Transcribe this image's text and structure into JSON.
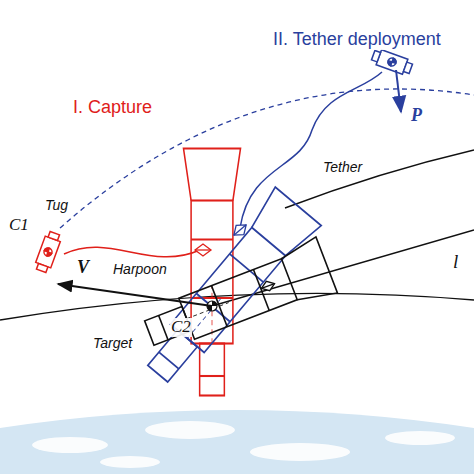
{
  "diagram": {
    "labels": [
      "I. Capture",
      "II. Tether deployment",
      "C1",
      "Tug",
      "Harpoon",
      "Tether",
      "P",
      "l",
      "V",
      "Target",
      "C2"
    ]
  }
}
